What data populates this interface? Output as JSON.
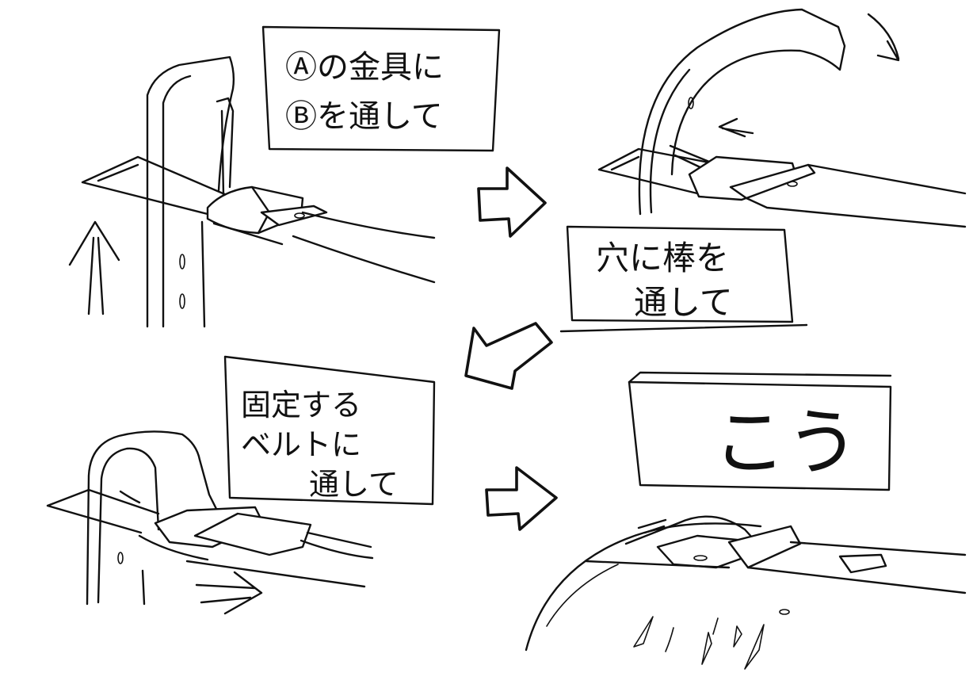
{
  "steps": [
    {
      "id": "step1",
      "caption_lines": [
        "Ⓐの金具に",
        "Ⓑを通して"
      ]
    },
    {
      "id": "step2",
      "caption_lines": [
        "穴に棒を",
        "通して"
      ]
    },
    {
      "id": "step3",
      "caption_lines": [
        "固定する",
        "ベルトに",
        "通して"
      ]
    },
    {
      "id": "step4",
      "caption_lines": [
        "こう"
      ]
    }
  ],
  "arrows": {
    "step1_to_step2": "right-block-arrow-icon",
    "step2_to_step3": "down-left-block-arrow-icon",
    "step3_to_step4": "right-block-arrow-icon"
  },
  "colors": {
    "ink": "#111111",
    "paper": "#ffffff"
  }
}
